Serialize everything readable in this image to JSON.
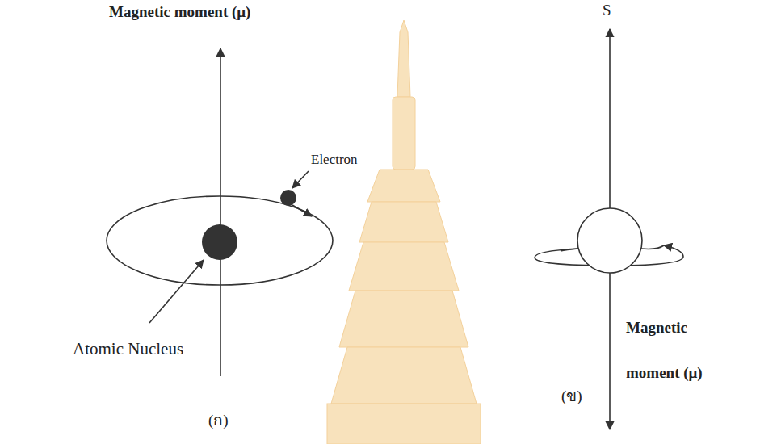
{
  "diagram": {
    "labels": [
      "Magnetic moment (μ)",
      "Electron",
      "Atomic Nucleus",
      "(ก)",
      "S",
      "Magnetic moment (μ)",
      "(ข)"
    ]
  }
}
